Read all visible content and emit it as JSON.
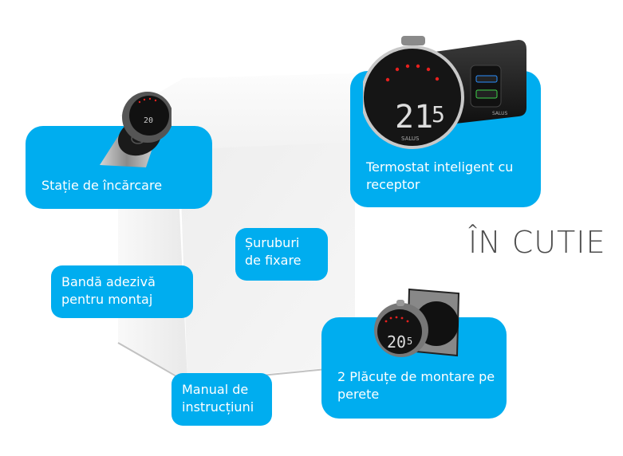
{
  "heading": "ÎN CUTIE",
  "colors": {
    "accent": "#00adef",
    "heading": "#4d4d4d",
    "led_red": "#e8201e"
  },
  "items": [
    {
      "label": "Stație de încărcare",
      "icon": "charging-station-image"
    },
    {
      "label": "Termostat inteligent cu receptor",
      "icon": "thermostat-receiver-image"
    },
    {
      "label": "Șuruburi de fixare"
    },
    {
      "label": "Bandă adezivă pentru montaj"
    },
    {
      "label": "2 Plăcuțe de montare pe perete",
      "icon": "wall-plate-image"
    },
    {
      "label": "Manual de instrucțiuni"
    }
  ],
  "thermostat_display": {
    "main": "21",
    "decimal": "5",
    "brand": "SALUS"
  },
  "small_display": "20",
  "small_decimal": "5"
}
